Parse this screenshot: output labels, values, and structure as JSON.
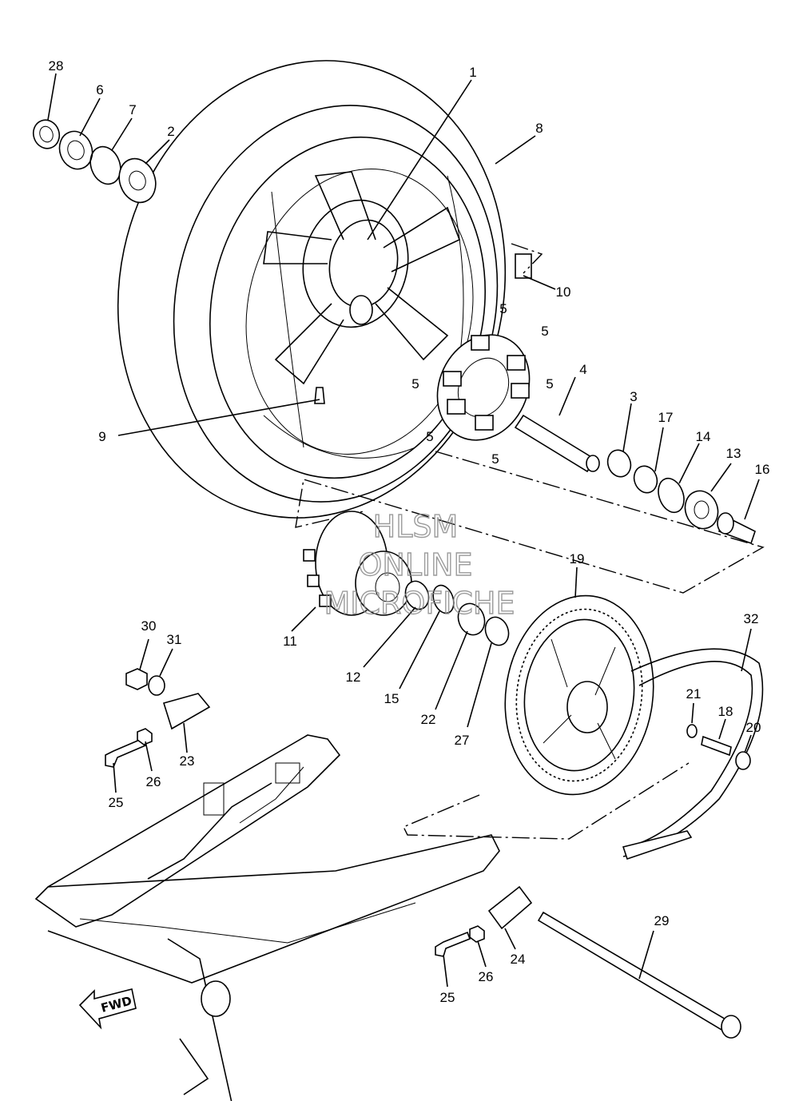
{
  "watermark": {
    "line1": "HLSM",
    "line2": "ONLINE",
    "line3": "MICROFICHE"
  },
  "fwd_arrow": "FWD",
  "callouts": {
    "c1": "1",
    "c2": "2",
    "c3": "3",
    "c4": "4",
    "c5a": "5",
    "c5b": "5",
    "c5c": "5",
    "c5d": "5",
    "c5e": "5",
    "c5f": "5",
    "c6": "6",
    "c7": "7",
    "c8": "8",
    "c9": "9",
    "c10": "10",
    "c11": "11",
    "c12": "12",
    "c13": "13",
    "c14": "14",
    "c15": "15",
    "c16": "16",
    "c17": "17",
    "c18": "18",
    "c19": "19",
    "c20": "20",
    "c21": "21",
    "c22": "22",
    "c23": "23",
    "c24": "24",
    "c25a": "25",
    "c25b": "25",
    "c26a": "26",
    "c26b": "26",
    "c27": "27",
    "c28": "28",
    "c29": "29",
    "c30": "30",
    "c31": "31",
    "c32": "32"
  },
  "icons": {
    "arrow": "fwd-arrow-icon"
  }
}
